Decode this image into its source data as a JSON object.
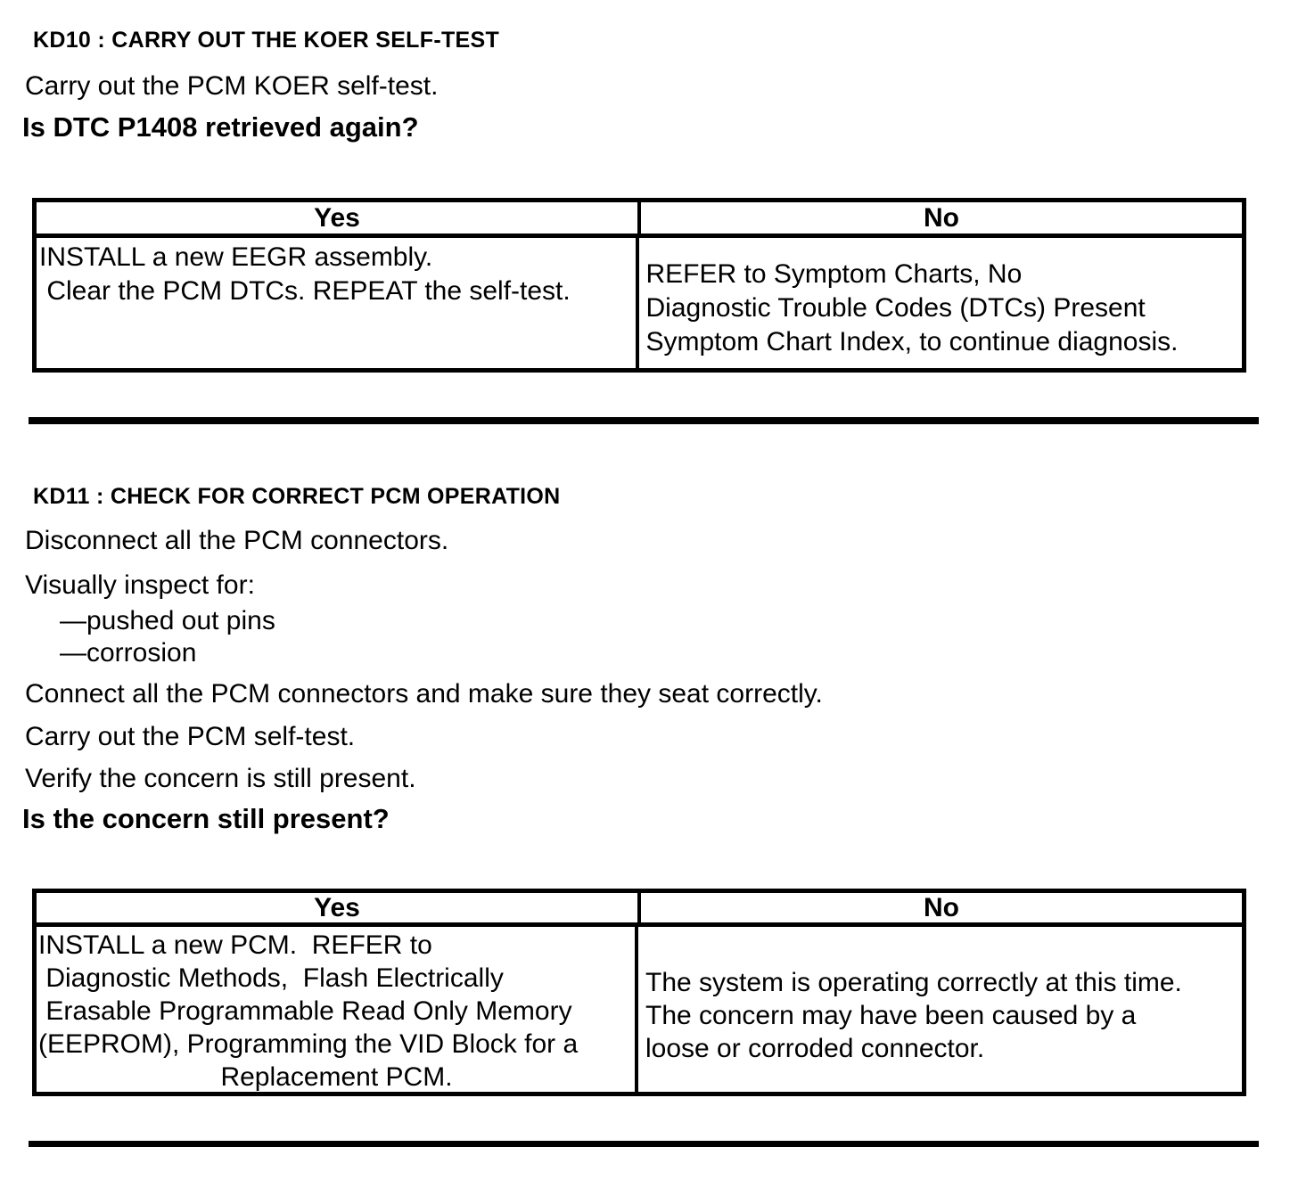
{
  "doc": {
    "kd10": {
      "heading": "KD10 : CARRY OUT THE KOER SELF-TEST",
      "p1": "Carry out the PCM KOER self-test.",
      "question": "Is DTC P1408 retrieved again?",
      "table": {
        "yes_header": "Yes",
        "no_header": "No",
        "yes_lines": [
          "INSTALL a new EEGR assembly.",
          " Clear the PCM DTCs. REPEAT the self-test."
        ],
        "no_lines": [
          "REFER to Symptom Charts, No",
          "Diagnostic Trouble Codes (DTCs) Present",
          "Symptom Chart Index, to continue diagnosis."
        ]
      }
    },
    "kd11": {
      "heading": "KD11 : CHECK FOR CORRECT PCM OPERATION",
      "p1": "Disconnect all the PCM connectors.",
      "p2": "Visually inspect for:",
      "list": [
        "—pushed out pins",
        "—corrosion"
      ],
      "p3": "Connect all the PCM connectors and make sure they seat correctly.",
      "p4": "Carry out the PCM self-test.",
      "p5": "Verify the concern is still present.",
      "question": "Is the concern still present?",
      "table": {
        "yes_header": "Yes",
        "no_header": "No",
        "yes_lines": [
          "INSTALL a new PCM.  REFER to",
          " Diagnostic Methods,  Flash Electrically",
          " Erasable Programmable Read Only Memory",
          "(EEPROM), Programming the VID Block for a",
          "Replacement PCM."
        ],
        "no_lines": [
          "The system is operating correctly at this time.",
          "The concern may have been caused by a",
          "loose or corroded connector."
        ]
      }
    }
  }
}
